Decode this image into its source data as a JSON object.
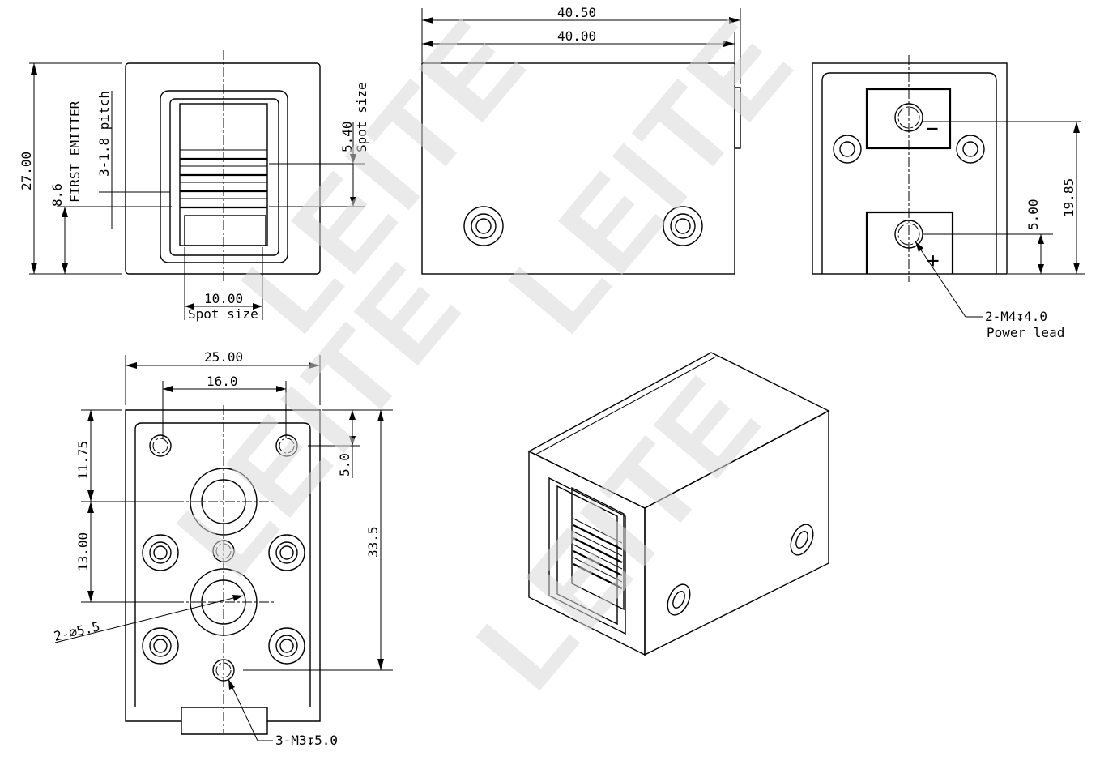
{
  "watermark": [
    "LEITE",
    "LEITE",
    "LEITE",
    "LEITE"
  ],
  "front_view": {
    "height": "27.00",
    "emitter_offset": "8.6",
    "first_emitter": "FIRST EMITTER",
    "pitch": "3-1.8 pitch",
    "spot_height": "5.40",
    "spot_size_v": "Spot size",
    "spot_width": "10.00",
    "spot_size_h": "Spot size"
  },
  "side_view": {
    "overall_length": "40.50",
    "body_length": "40.00"
  },
  "rear_view": {
    "terminal_height": "19.85",
    "terminal_offset": "5.00",
    "minus": "−",
    "plus": "+",
    "thread_callout": "2-M4↧4.0",
    "power_lead": "Power lead"
  },
  "bottom_view": {
    "width": "25.00",
    "hole_spacing": "16.0",
    "dim_top": "11.75",
    "dim_mid": "13.00",
    "edge_offset": "5.0",
    "overall": "33.5",
    "bore_callout": "2-∅5.5",
    "screw_callout": "3-M3↧5.0"
  }
}
